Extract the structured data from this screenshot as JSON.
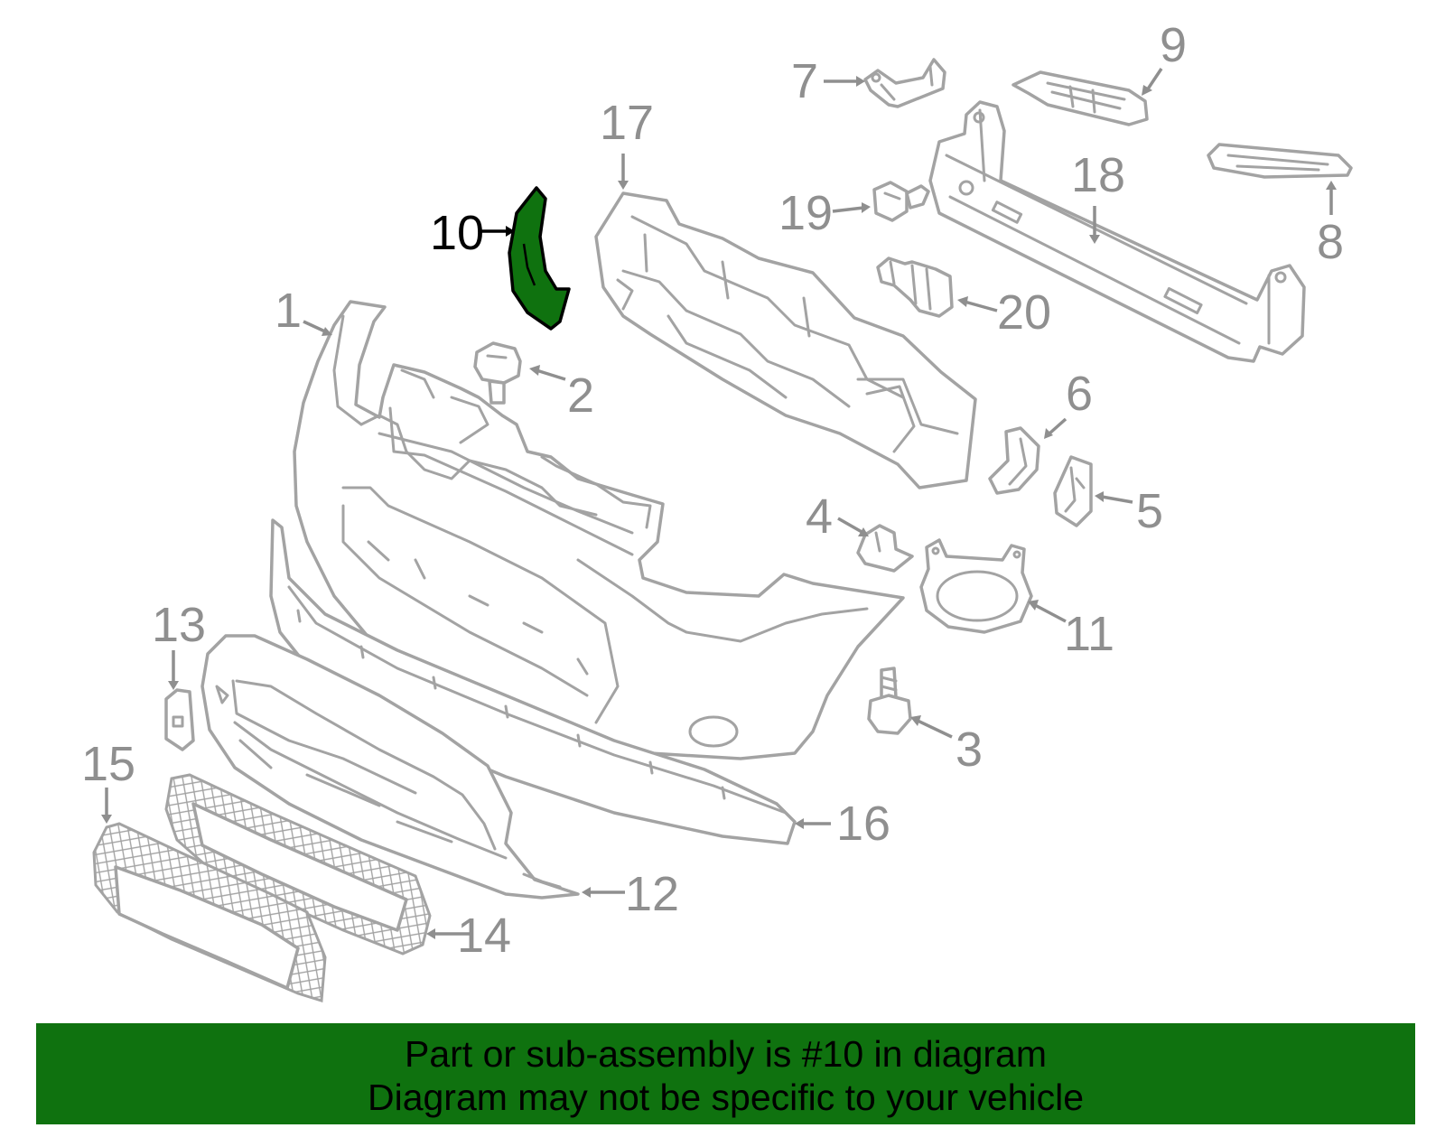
{
  "diagram": {
    "highlight_color": "#0f720f",
    "line_color": "#a3a3a3",
    "highlighted_part": "10",
    "callouts": [
      {
        "id": "c1",
        "label": "1"
      },
      {
        "id": "c2",
        "label": "2"
      },
      {
        "id": "c3",
        "label": "3"
      },
      {
        "id": "c4",
        "label": "4"
      },
      {
        "id": "c5",
        "label": "5"
      },
      {
        "id": "c6",
        "label": "6"
      },
      {
        "id": "c7",
        "label": "7"
      },
      {
        "id": "c8",
        "label": "8"
      },
      {
        "id": "c9",
        "label": "9"
      },
      {
        "id": "c10",
        "label": "10"
      },
      {
        "id": "c11",
        "label": "11"
      },
      {
        "id": "c12",
        "label": "12"
      },
      {
        "id": "c13",
        "label": "13"
      },
      {
        "id": "c14",
        "label": "14"
      },
      {
        "id": "c15",
        "label": "15"
      },
      {
        "id": "c16",
        "label": "16"
      },
      {
        "id": "c17",
        "label": "17"
      },
      {
        "id": "c18",
        "label": "18"
      },
      {
        "id": "c19",
        "label": "19"
      },
      {
        "id": "c20",
        "label": "20"
      }
    ]
  },
  "footer": {
    "line1": "Part or sub-assembly is #10 in diagram",
    "line2": "Diagram may not be specific to your vehicle"
  }
}
